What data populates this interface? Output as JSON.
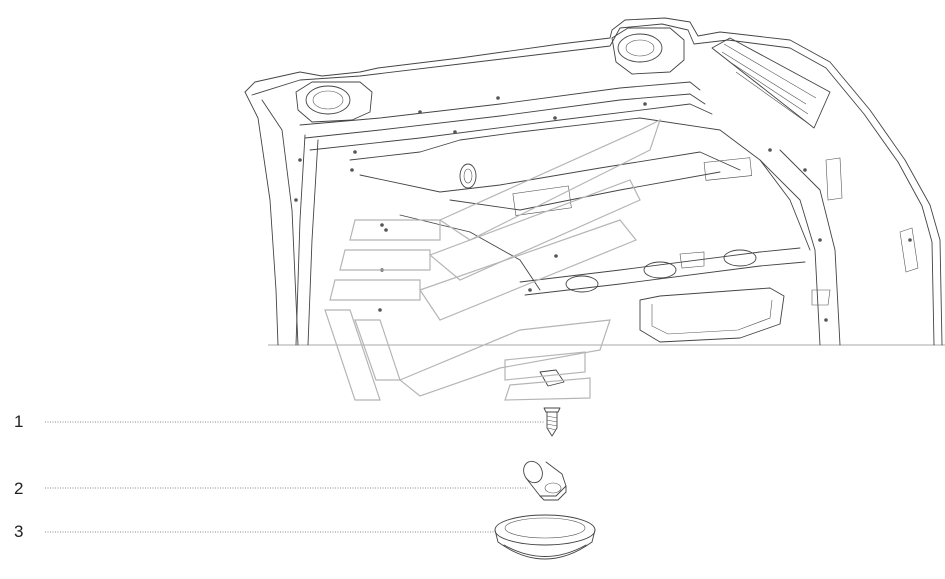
{
  "callouts": [
    {
      "number": "1",
      "part": "screw"
    },
    {
      "number": "2",
      "part": "bulb"
    },
    {
      "number": "3",
      "part": "lamp-lens"
    }
  ]
}
